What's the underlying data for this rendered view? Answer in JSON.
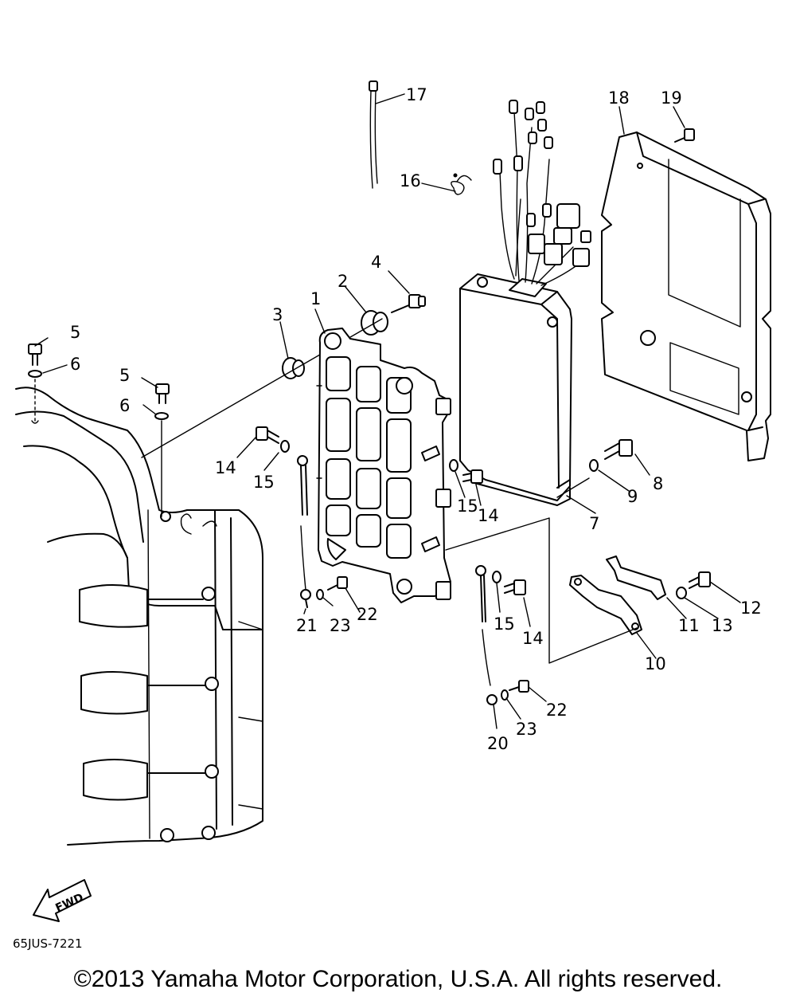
{
  "diagram": {
    "callouts": [
      "1",
      "2",
      "3",
      "4",
      "5",
      "6",
      "5",
      "6",
      "7",
      "8",
      "9",
      "10",
      "11",
      "12",
      "13",
      "14",
      "15",
      "14",
      "15",
      "14",
      "15",
      "16",
      "17",
      "18",
      "19",
      "20",
      "21",
      "22",
      "23",
      "22",
      "23"
    ],
    "fwd_label": "FWD",
    "drawing_code": "65JUS-7221"
  },
  "footer": {
    "copyright": "©2013 Yamaha Motor Corporation, U.S.A. All rights reserved."
  }
}
